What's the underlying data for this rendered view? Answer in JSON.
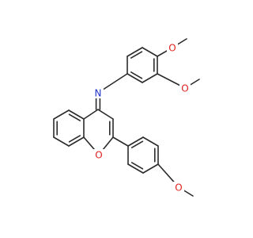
{
  "molecule": {
    "atoms": [
      {
        "id": "O1",
        "element": "O",
        "label": "O"
      },
      {
        "id": "O2",
        "element": "O",
        "label": "O"
      },
      {
        "id": "O3",
        "element": "O",
        "label": "O"
      },
      {
        "id": "O4",
        "element": "O",
        "label": "O"
      },
      {
        "id": "N1",
        "element": "N",
        "label": "N"
      }
    ],
    "colors": {
      "bond": "#2b2b2b",
      "N": "#1f33c9",
      "O": "#e02020",
      "background": "#ffffff"
    }
  }
}
